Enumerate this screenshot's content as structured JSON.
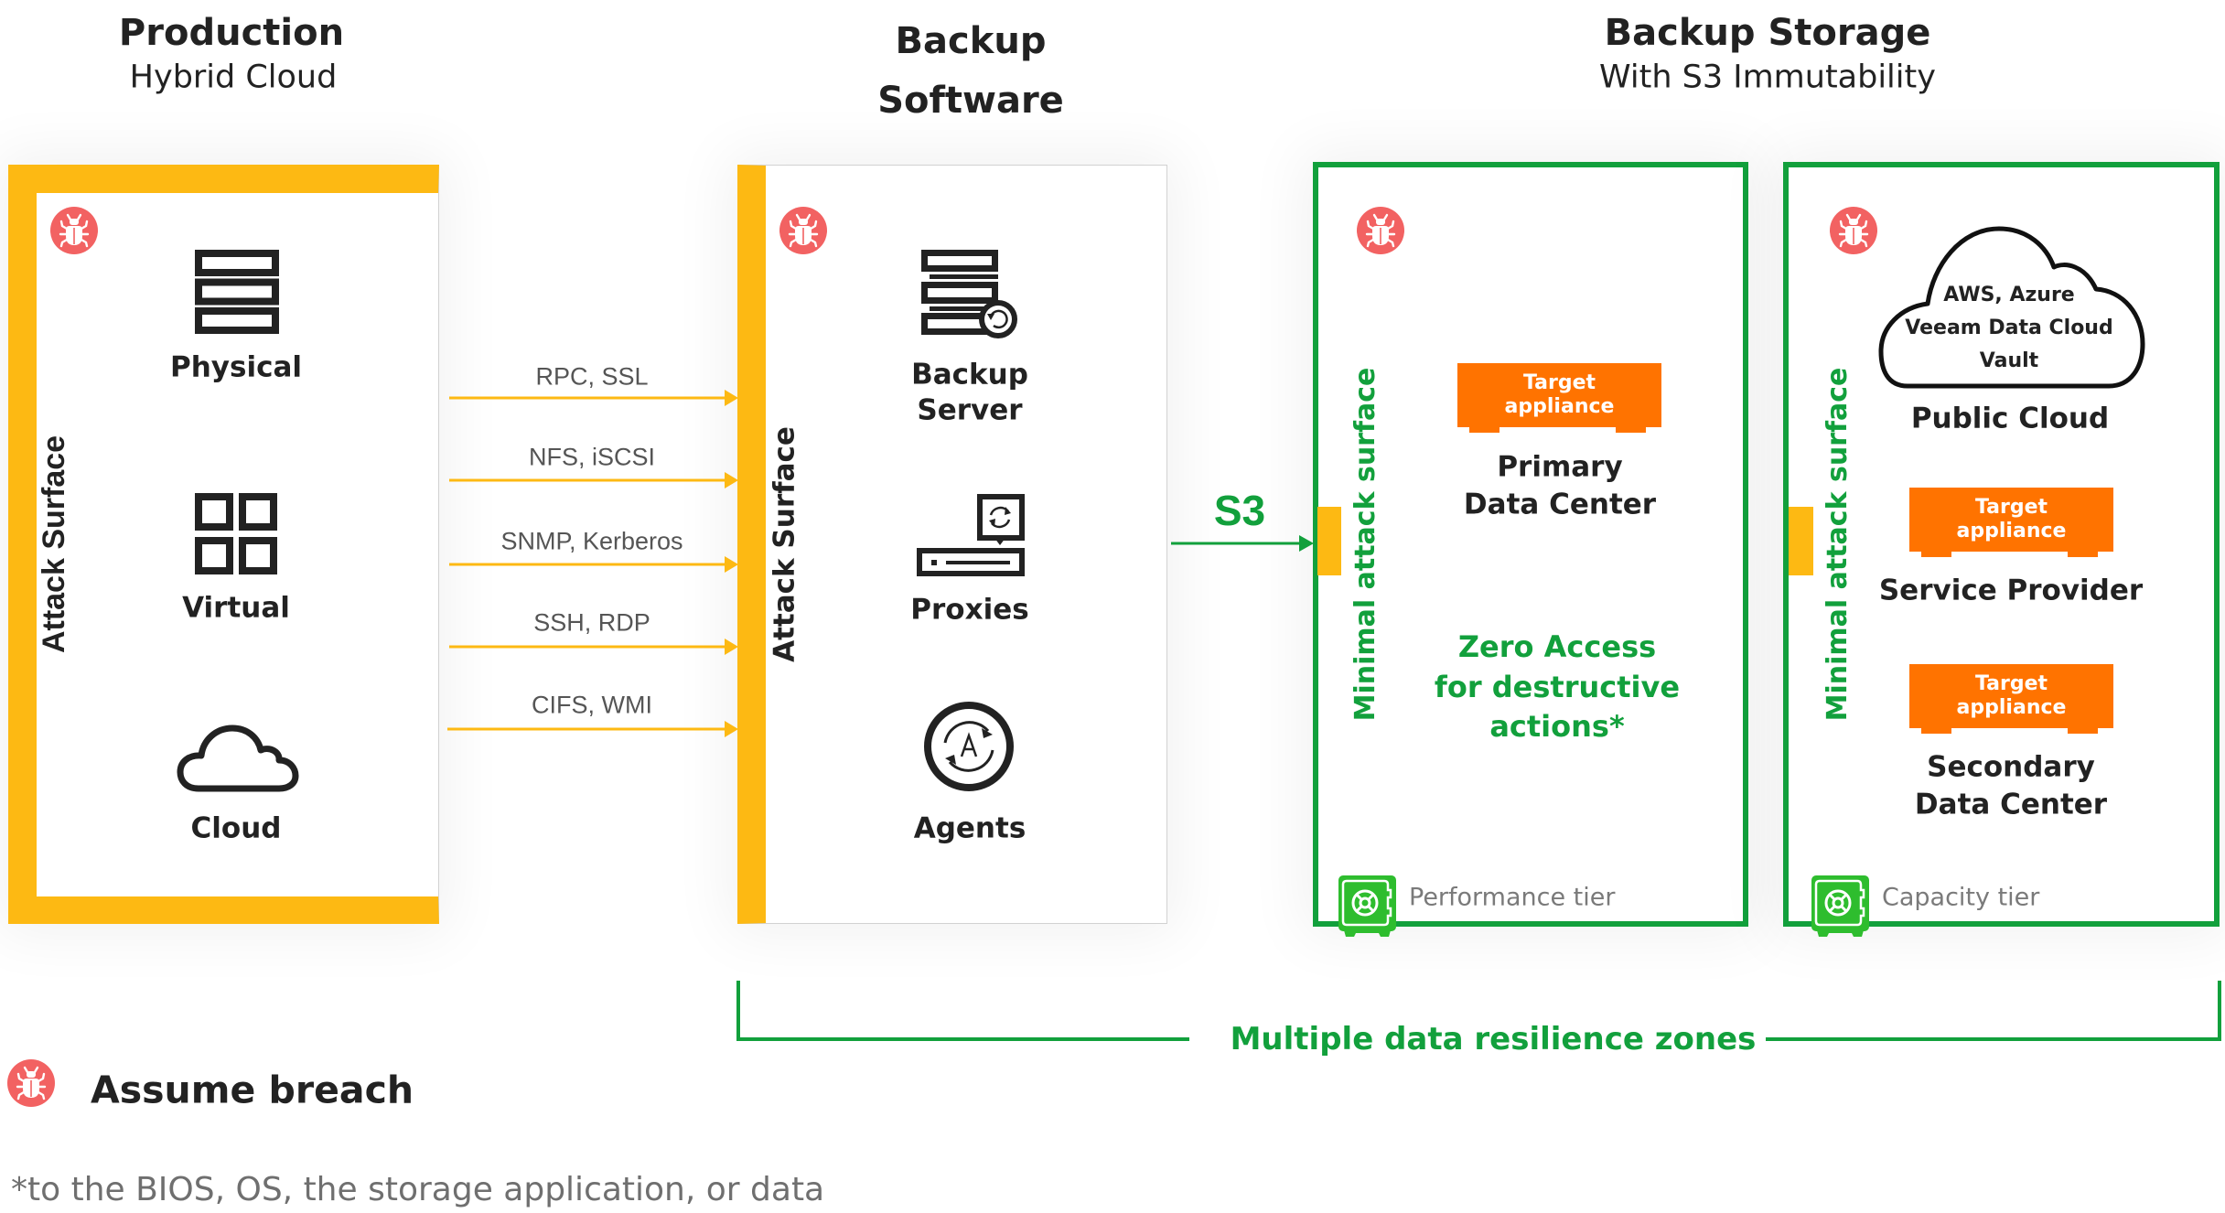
{
  "colors": {
    "attack_surface": "#FDB913",
    "resilience": "#12A03C",
    "appliance": "#FF7300",
    "breach": "#F26262",
    "vault": "#2EBD2E",
    "ink": "#222222"
  },
  "production": {
    "title": "Production",
    "subtitle": "Hybrid Cloud",
    "side_label": "Attack Surface",
    "breach_icon": "bug-icon",
    "items": [
      {
        "label": "Physical",
        "icon": "server-stack-icon"
      },
      {
        "label": "Virtual",
        "icon": "virtual-grid-icon"
      },
      {
        "label": "Cloud",
        "icon": "cloud-icon"
      }
    ]
  },
  "backup_software": {
    "title_lines": [
      "Backup",
      "Software"
    ],
    "side_label": "Attack Surface",
    "breach_icon": "bug-icon",
    "items": [
      {
        "label_lines": [
          "Backup",
          "Server"
        ],
        "icon": "backup-server-icon"
      },
      {
        "label_lines": [
          "Proxies"
        ],
        "icon": "proxy-icon"
      },
      {
        "label_lines": [
          "Agents"
        ],
        "icon": "agent-icon"
      }
    ]
  },
  "connections": {
    "protocols": [
      "RPC, SSL",
      "NFS, iSCSI",
      "SNMP, Kerberos",
      "SSH, RDP",
      "CIFS, WMI"
    ],
    "s3_label": "S3"
  },
  "backup_storage": {
    "title": "Backup Storage",
    "subtitle": "With S3 Immutability",
    "zones": [
      {
        "side_label": "Minimal attack surface",
        "tier_label": "Performance tier",
        "tier_icon": "vault-icon",
        "breach_icon": "bug-icon",
        "sites": [
          {
            "appliance_label": [
              "Target",
              "appliance"
            ],
            "name_lines": [
              "Primary",
              "Data Center"
            ]
          }
        ],
        "note_lines": [
          "Zero Access",
          "for destructive",
          "actions*"
        ]
      },
      {
        "side_label": "Minimal attack surface",
        "tier_label": "Capacity tier",
        "tier_icon": "vault-icon",
        "breach_icon": "bug-icon",
        "cloud": {
          "lines": [
            "AWS, Azure",
            "Veeam Data Cloud",
            "Vault"
          ],
          "name": "Public Cloud"
        },
        "sites": [
          {
            "appliance_label": [
              "Target",
              "appliance"
            ],
            "name_lines": [
              "Service Provider"
            ]
          },
          {
            "appliance_label": [
              "Target",
              "appliance"
            ],
            "name_lines": [
              "Secondary",
              "Data Center"
            ]
          }
        ]
      }
    ]
  },
  "resilience_zones": {
    "label": "Multiple data resilience zones"
  },
  "legend": {
    "icon": "bug-icon",
    "label": "Assume breach"
  },
  "footnote": "*to the BIOS, OS, the storage application, or data"
}
